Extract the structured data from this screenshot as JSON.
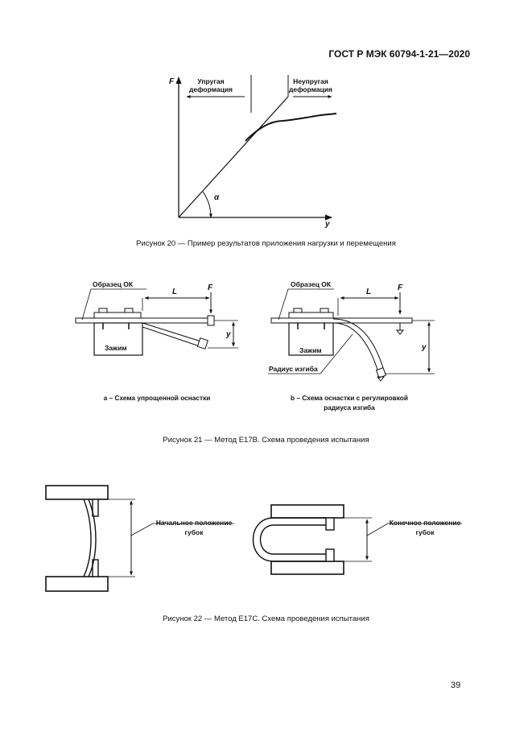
{
  "header": {
    "standard": "ГОСТ Р МЭК 60794-1-21—2020"
  },
  "fig20": {
    "axis_f": "F",
    "axis_y": "y",
    "elastic_1": "Упругая",
    "elastic_2": "деформация",
    "inelastic_1": "Неупругая",
    "inelastic_2": "деформация",
    "angle": "α",
    "caption": "Рисунок 20 — Пример результатов приложения нагрузки и перемещения"
  },
  "fig21": {
    "sample_label": "Образец ОК",
    "length_label": "L",
    "force_label": "F",
    "y_label": "y",
    "clamp_label": "Зажим",
    "radius_label": "Радиус изгиба",
    "sub_a": "a – Схема упрощенной оснастки",
    "sub_b_1": "b – Схема оснастки с регулировкой",
    "sub_b_2": "радиуса изгиба",
    "caption": "Рисунок 21 — Метод E17B. Схема проведения испытания"
  },
  "fig22": {
    "initial_1": "Начальное положение",
    "initial_2": "губок",
    "final_1": "Конечное положение",
    "final_2": "губок",
    "caption": "Рисунок 22 — Метод E17C. Схема проведения испытания"
  },
  "page": {
    "number": "39"
  }
}
